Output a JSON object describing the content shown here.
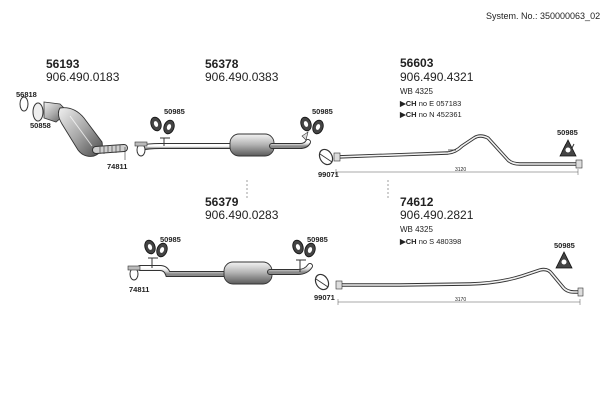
{
  "header": {
    "system_no": "System. No.: 350000063_02"
  },
  "groups": {
    "g1": {
      "number": "56193",
      "oem": "906.490.0183"
    },
    "g2": {
      "number": "56378",
      "oem": "906.490.0383"
    },
    "g3": {
      "number": "56603",
      "oem": "906.490.4321",
      "wb": "WB 4325",
      "flags": [
        {
          "mark": "▶CH",
          "text": "no E 057183"
        },
        {
          "mark": "▶CH",
          "text": "no N 452361"
        }
      ]
    },
    "g4": {
      "number": "56379",
      "oem": "906.490.0283"
    },
    "g5": {
      "number": "74612",
      "oem": "906.490.2821",
      "wb": "WB 4325",
      "flags": [
        {
          "mark": "▶CH",
          "text": "no S 480398"
        }
      ]
    }
  },
  "part_codes": {
    "c56818": "56818",
    "c50858": "50858",
    "c74811_top": "74811",
    "c50985_a": "50985",
    "c50985_b": "50985",
    "c99071_top": "99071",
    "c50985_c": "50985",
    "c50985_d": "50985",
    "c50985_e": "50985",
    "c74811_bot": "74811",
    "c99071_bot": "99071",
    "c50985_f": "50985"
  },
  "dimensions": {
    "top_length": "3120",
    "bottom_length": "3170"
  }
}
